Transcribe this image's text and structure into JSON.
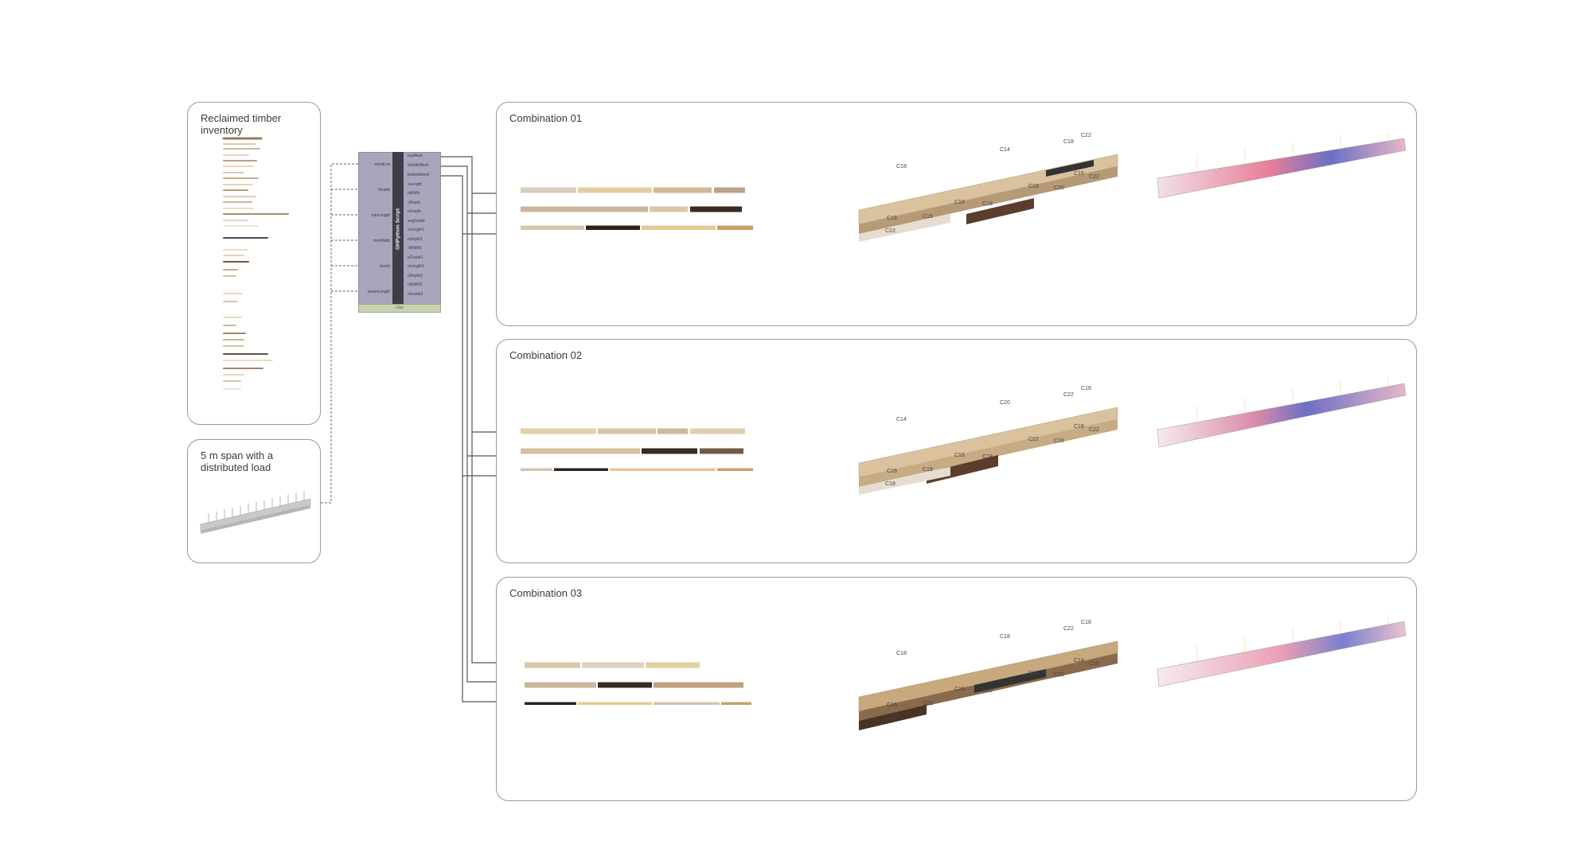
{
  "inventory": {
    "title": "Reclaimed timber inventory"
  },
  "load": {
    "title": "5 m span with a distributed load"
  },
  "component": {
    "name": "GHPython Script",
    "footer": "Libs",
    "inputs": [
      "woodList",
      "iGrade",
      "minLength",
      "minWidth",
      "levels",
      "beamLength"
    ],
    "outputs": [
      "topMesh",
      "middleMesh",
      "bottomMesh",
      "oLength",
      "oWidth",
      "oDepth",
      "oGrade",
      "avgGrade",
      "oLength1",
      "oDepth1",
      "oWidth1",
      "oGrade1",
      "oLength2",
      "oDepth2",
      "oWidth2",
      "oGrade2"
    ]
  },
  "combinations": [
    {
      "title": "Combination 01",
      "labels": [
        "C18",
        "C16",
        "C22",
        "C16",
        "C18",
        "C18",
        "C14",
        "C16",
        "C20",
        "C18",
        "C16",
        "C22",
        "C22"
      ]
    },
    {
      "title": "Combination 02",
      "labels": [
        "C14",
        "C16",
        "C18",
        "C18",
        "C16",
        "C18",
        "C20",
        "C22",
        "C16",
        "C22",
        "C18",
        "C16",
        "C22"
      ]
    },
    {
      "title": "Combination 03",
      "labels": [
        "C18",
        "C16",
        "C18",
        "C22",
        "C16",
        "C20",
        "C18",
        "C16",
        "C22",
        "C22",
        "C14",
        "C18",
        "C16"
      ]
    }
  ],
  "colors": {
    "border": "#9a9a9a",
    "component": "#a9a5ba",
    "wire": "#555555",
    "stressRed": "#d9536a",
    "stressBlue": "#5b5fb8"
  }
}
